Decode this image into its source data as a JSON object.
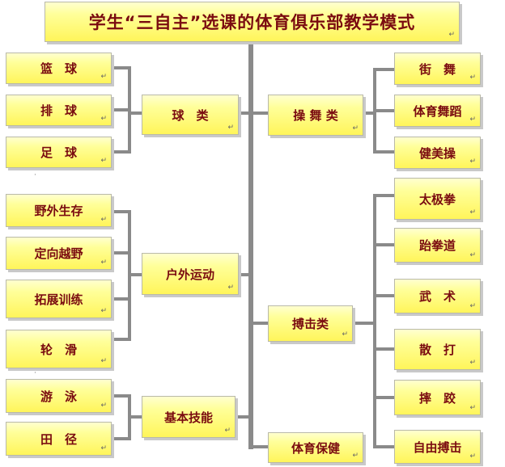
{
  "title": "学生“三自主”选课的体育俱乐部教学模式",
  "line_color": "#8a8a8a",
  "box_fill": "#ffff7a",
  "text_color": "#7a0b10",
  "return_mark": "↵",
  "left_groups": [
    {
      "name": "球　类",
      "items": [
        "篮　球",
        "排　球",
        "足　球"
      ]
    },
    {
      "name": "户外运动",
      "items": [
        "野外生存",
        "定向越野",
        "拓展训练",
        "轮　滑"
      ]
    },
    {
      "name": "基本技能",
      "items": [
        "游　泳",
        "田　径"
      ]
    }
  ],
  "right_groups": [
    {
      "name": "操 舞 类",
      "items": [
        "街　舞",
        "体育舞蹈",
        "健美操"
      ]
    },
    {
      "name": "搏击类",
      "items": [
        "太极拳",
        "跆拳道",
        "武　术",
        "散　打",
        "摔　跤",
        "自由搏击"
      ]
    },
    {
      "name": "体育保健",
      "items": []
    }
  ]
}
